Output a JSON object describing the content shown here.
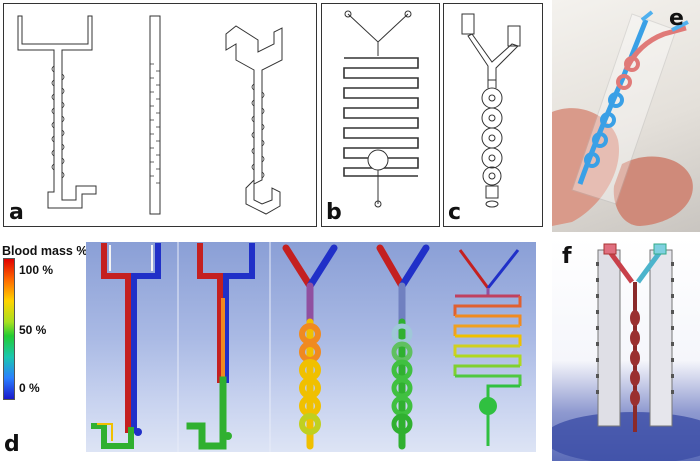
{
  "panels": {
    "a": {
      "label": "a"
    },
    "b": {
      "label": "b"
    },
    "c": {
      "label": "c"
    },
    "d": {
      "label": "d"
    },
    "e": {
      "label": "e"
    },
    "f": {
      "label": "f"
    }
  },
  "legend": {
    "title": "Blood mass %",
    "ticks": [
      "100 %",
      "50 %",
      "0 %"
    ]
  },
  "colors": {
    "red_inlet": "#d42020",
    "blue_inlet": "#2030c8",
    "mixed_green": "#2ec23a",
    "orange": "#f08a20",
    "panel_border": "#333333"
  }
}
